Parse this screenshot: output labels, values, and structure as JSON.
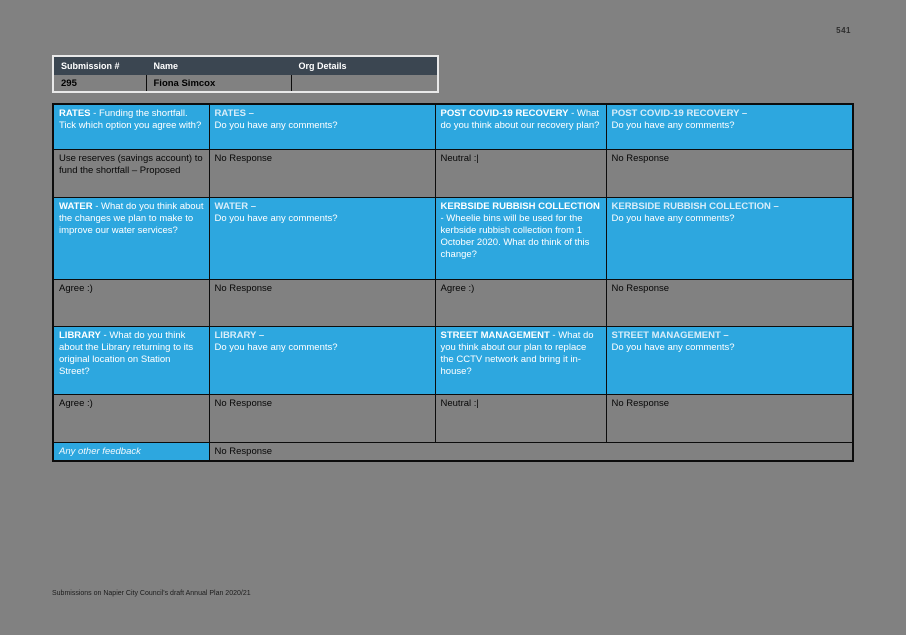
{
  "page": {
    "number": "541",
    "footer": "Submissions on Napier City Council's draft Annual Plan 2020/21"
  },
  "colors": {
    "question_cell_bg": "#2da7df",
    "question_text": "#ffffff",
    "table_header_bg": "#3b4651",
    "page_bg": "#818181",
    "answer_text": "#060606"
  },
  "submission_table": {
    "headers": [
      "Submission #",
      "Name",
      "Org Details"
    ],
    "row": {
      "submission_number": "295",
      "name": "Fiona Simcox",
      "org_details": ""
    }
  },
  "survey_table": {
    "question_rows": [
      {
        "cells": [
          {
            "category": "RATES",
            "question": "- Funding the shortfall. Tick which option you agree with?"
          },
          {
            "category": "RATES –",
            "question": "Do you have any comments?"
          },
          {
            "category": "POST COVID-19 RECOVERY",
            "question": "- What do you think about our recovery plan?"
          },
          {
            "category": "POST COVID-19 RECOVERY –",
            "question": "Do you have any comments?"
          }
        ]
      },
      {
        "cells": [
          {
            "category": "WATER",
            "question": "- What do you think about the changes we plan to make to improve our water services?"
          },
          {
            "category": "WATER –",
            "question": "Do you have any comments?"
          },
          {
            "category": "KERBSIDE RUBBISH COLLECTION",
            "question": "- Wheelie bins will be used for the kerbside rubbish collection from 1 October 2020. What do think of this change?"
          },
          {
            "category": "KERBSIDE RUBBISH COLLECTION –",
            "question": "Do you have any comments?"
          }
        ]
      },
      {
        "cells": [
          {
            "category": "LIBRARY",
            "question": "- What do you think about the Library returning to its original location on Station Street?"
          },
          {
            "category": "LIBRARY –",
            "question": "Do you have any comments?"
          },
          {
            "category": "STREET MANAGEMENT",
            "question": "- What do you think about our plan to replace the CCTV network and bring it in-house?"
          },
          {
            "category": "STREET MANAGEMENT –",
            "question": "Do you have any comments?"
          }
        ]
      }
    ],
    "answer_rows": [
      [
        "Use reserves (savings account) to fund the shortfall – Proposed",
        "No Response",
        "Neutral :|",
        "No Response"
      ],
      [
        "Agree :)",
        "No Response",
        "Agree :)",
        "No Response"
      ],
      [
        "Agree :)",
        "No Response",
        "Neutral :|",
        "No Response"
      ]
    ],
    "feedback": {
      "label": "Any other feedback",
      "answer": "No Response"
    }
  }
}
